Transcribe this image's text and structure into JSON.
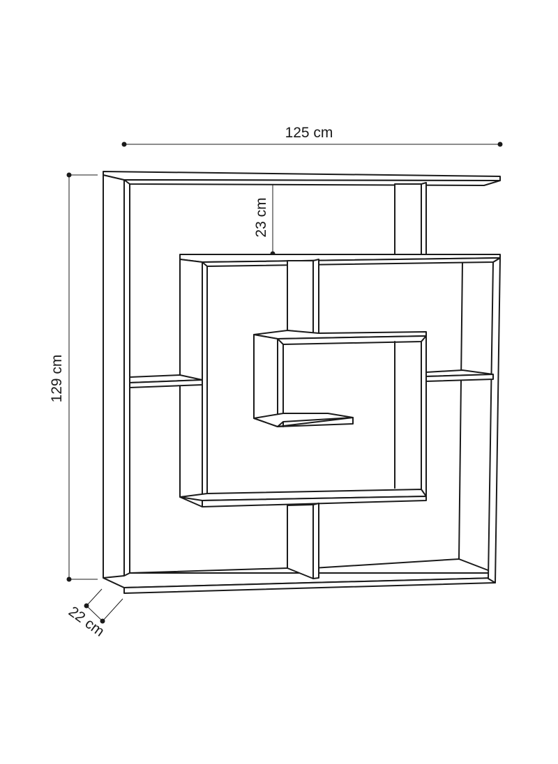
{
  "dimensions": {
    "width": "125 cm",
    "height": "129 cm",
    "depth": "22 cm",
    "shelf_gap": "23 cm"
  },
  "colors": {
    "line": "#1a1a1a",
    "background": "#ffffff"
  }
}
